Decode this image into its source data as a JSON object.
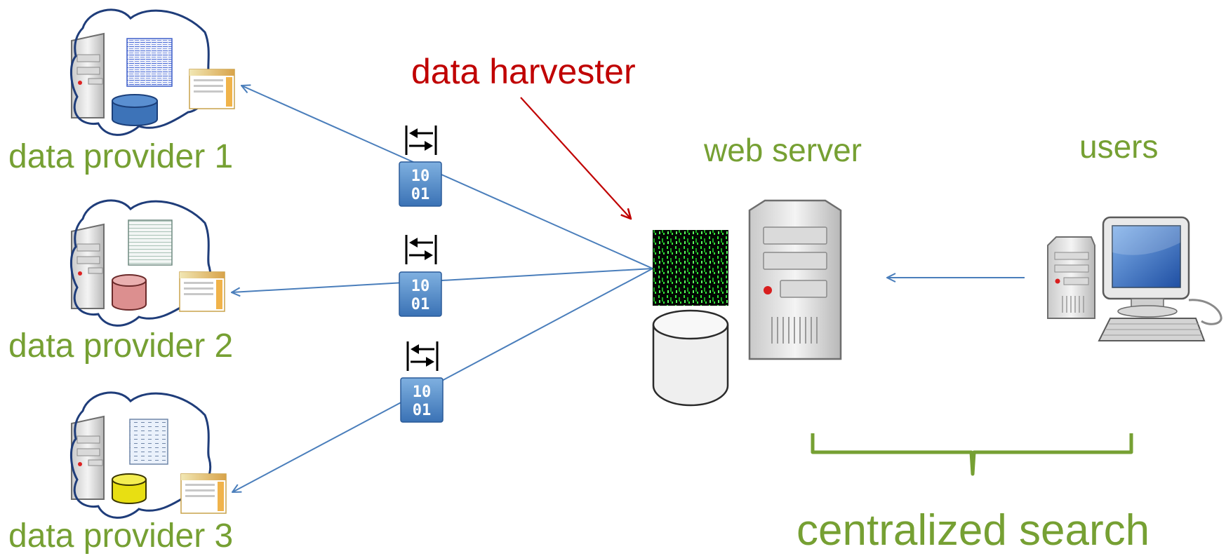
{
  "providers": [
    {
      "label": "data provider 1",
      "db_color": "#3d73b8"
    },
    {
      "label": "data provider 2",
      "db_color": "#dc8f8f"
    },
    {
      "label": "data provider 3",
      "db_color": "#e8df12"
    }
  ],
  "harvester": {
    "label": "data harvester"
  },
  "web_server": {
    "label": "web server"
  },
  "users": {
    "label": "users"
  },
  "centralized_search": {
    "label": "centralized search"
  },
  "colors": {
    "label_green": "#76a033",
    "harvester_red": "#c00000",
    "arrow_blue": "#4a7ebb",
    "cloud_outline": "#1f3d7a",
    "binary_tile": "#4d86c6",
    "matrix_green": "#22e02a"
  }
}
